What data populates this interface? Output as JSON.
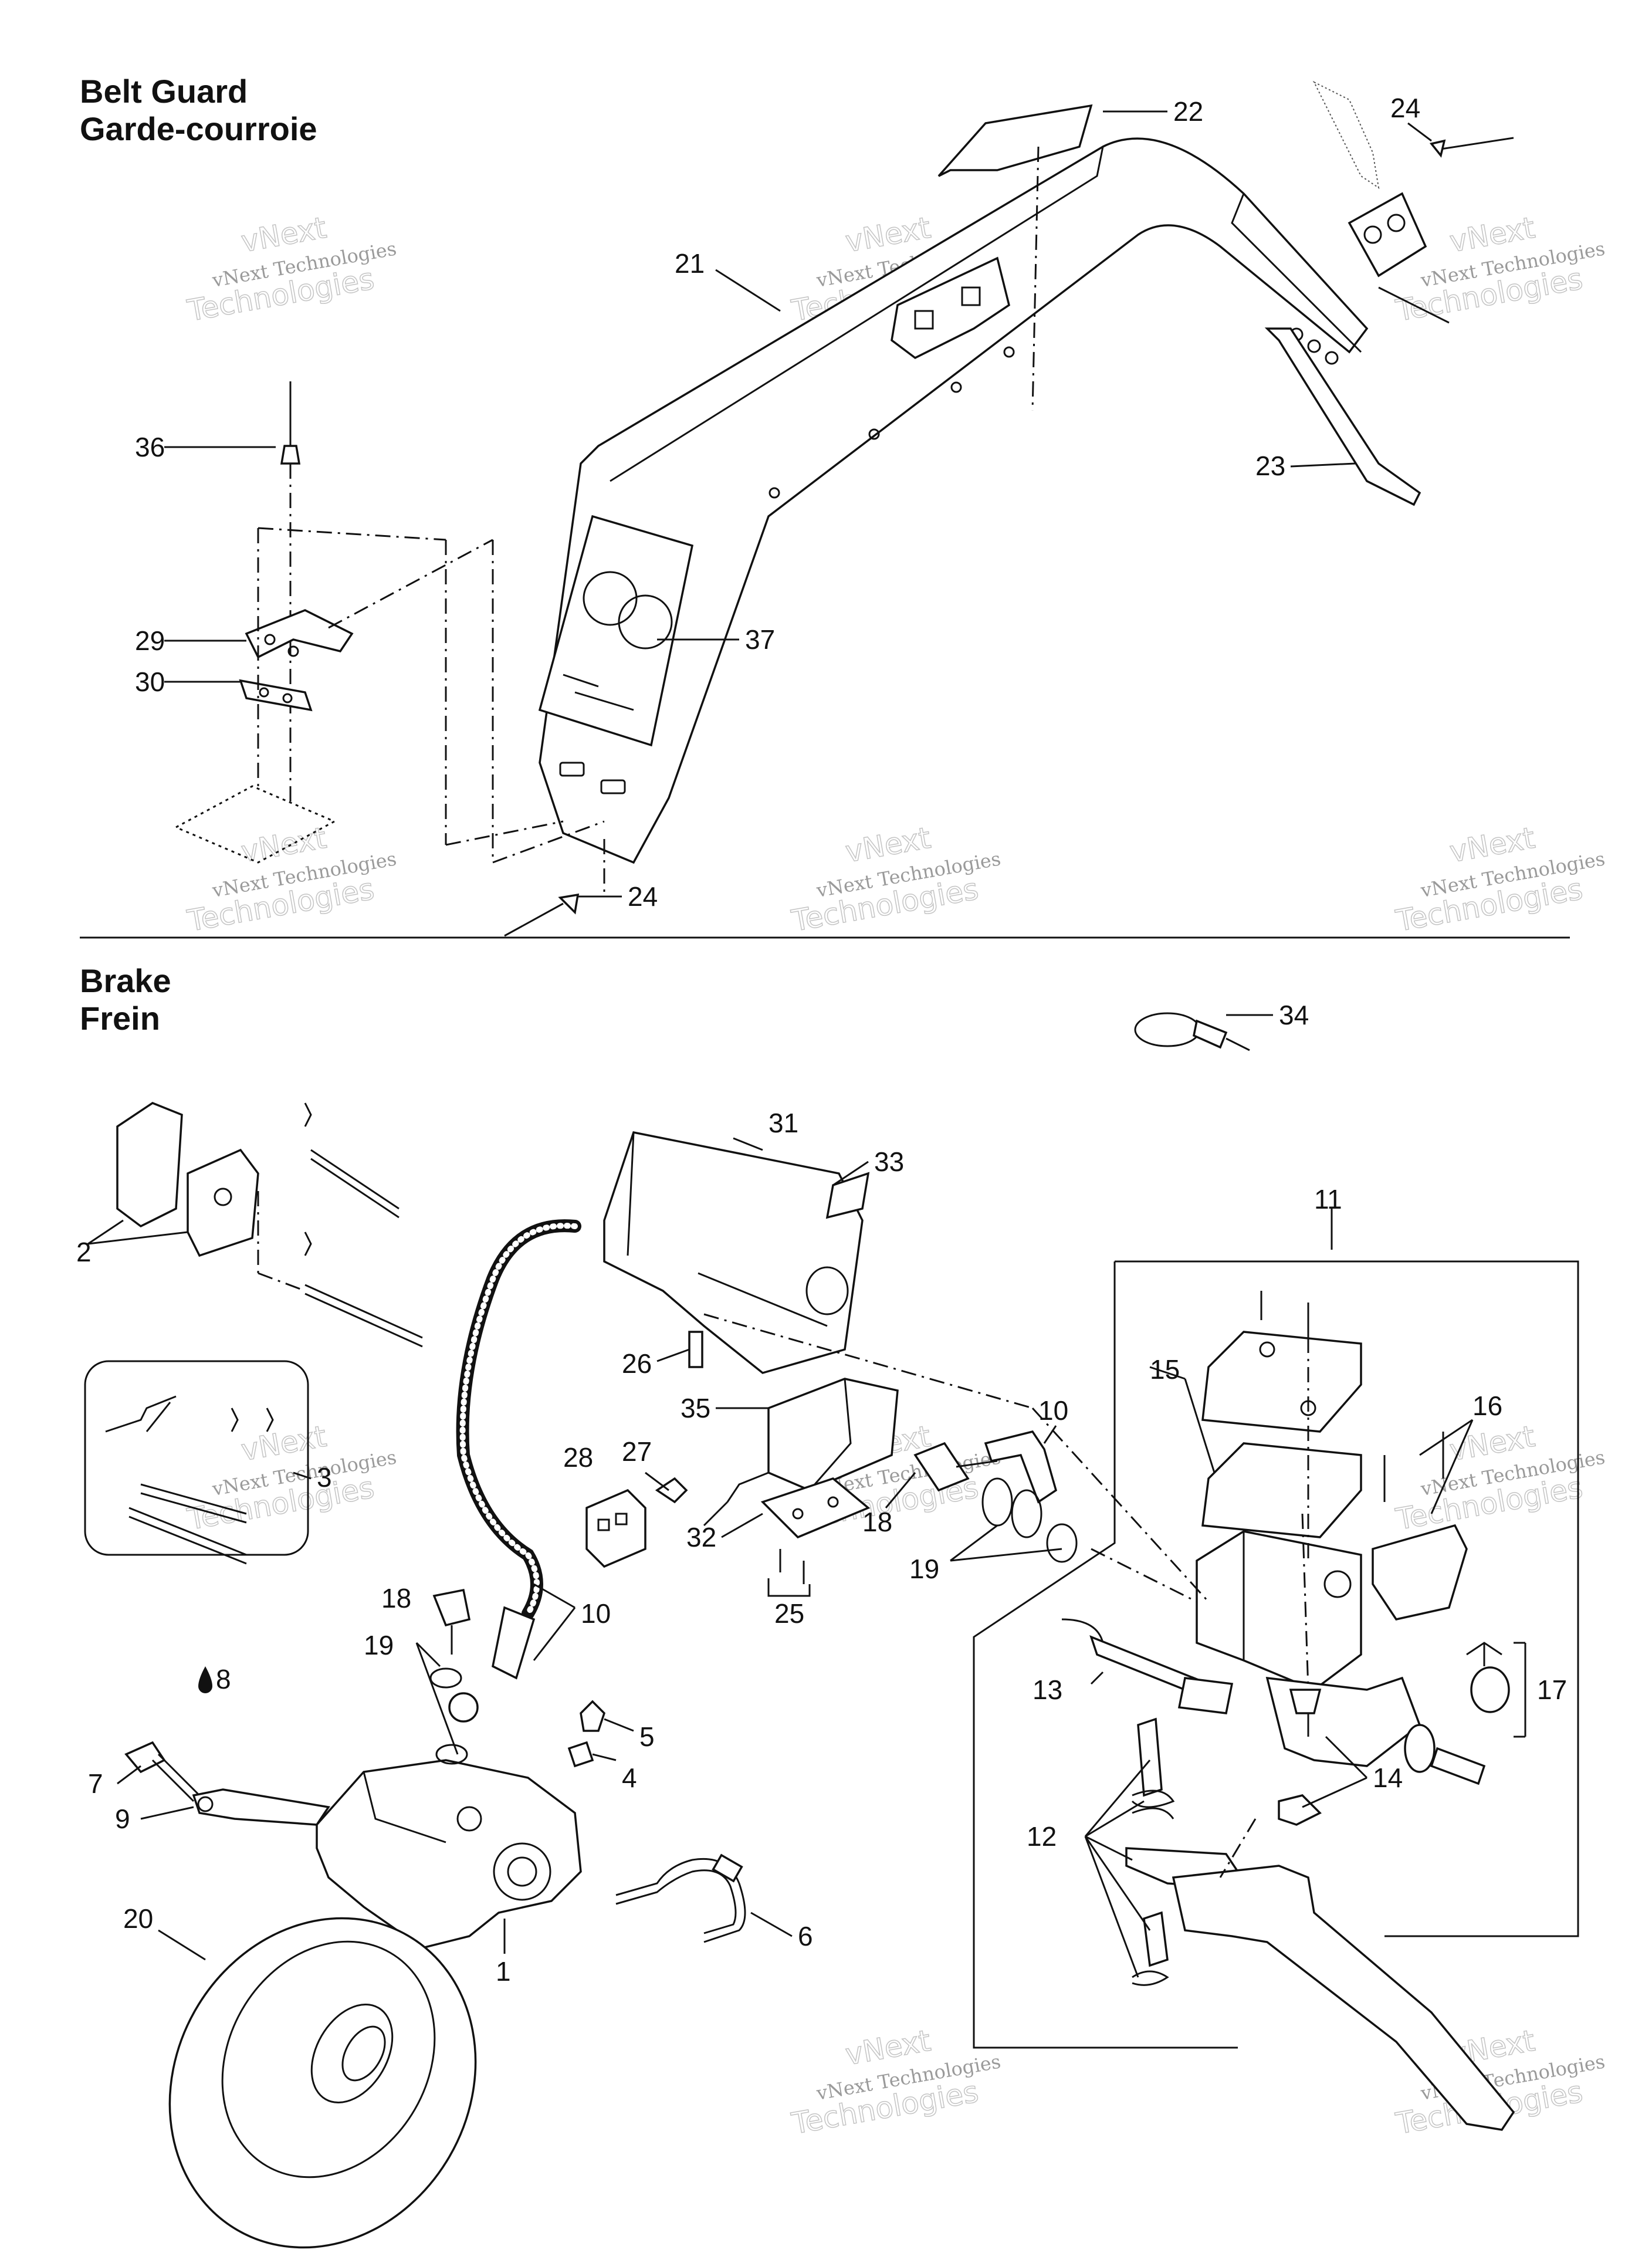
{
  "sections": {
    "belt_guard": {
      "title_en": "Belt Guard",
      "title_fr": "Garde-courroie"
    },
    "brake": {
      "title_en": "Brake",
      "title_fr": "Frein"
    }
  },
  "watermark": {
    "line1": "vNext Technologies",
    "line2": "Technologies",
    "line3": "vNext"
  },
  "callouts": {
    "p22": "22",
    "p24a": "24",
    "p21": "21",
    "p36": "36",
    "p23": "23",
    "p29": "29",
    "p37": "37",
    "p30": "30",
    "p24b": "24",
    "p34": "34",
    "p31": "31",
    "p33": "33",
    "p11": "11",
    "p2": "2",
    "p26": "26",
    "p15": "15",
    "p10a": "10",
    "p16": "16",
    "p35": "35",
    "p28": "28",
    "p27": "27",
    "p3": "3",
    "p32": "32",
    "p18a": "18",
    "p19a": "19",
    "p25": "25",
    "p18b": "18",
    "p10b": "10",
    "p19b": "19",
    "p8": "8",
    "p17": "17",
    "p13": "13",
    "p5": "5",
    "p4": "4",
    "p7": "7",
    "p14": "14",
    "p9": "9",
    "p12": "12",
    "p6": "6",
    "p20": "20",
    "p1": "1"
  },
  "colors": {
    "line": "#111111",
    "watermark": "#9a9a9a",
    "background": "#ffffff"
  }
}
